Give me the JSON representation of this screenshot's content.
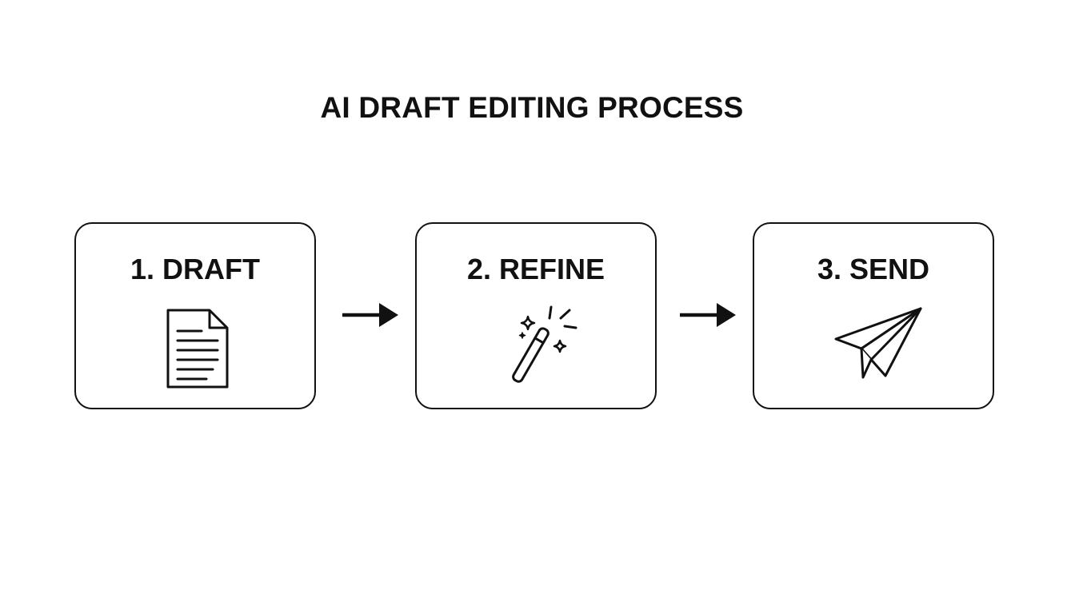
{
  "diagram": {
    "title": "AI DRAFT EDITING PROCESS",
    "steps": [
      {
        "label": "1. DRAFT",
        "icon": "document-icon"
      },
      {
        "label": "2. REFINE",
        "icon": "magic-wand-icon"
      },
      {
        "label": "3. SEND",
        "icon": "paper-plane-icon"
      }
    ],
    "connector": "right-arrow",
    "colors": {
      "stroke": "#111111",
      "background": "#ffffff"
    }
  }
}
